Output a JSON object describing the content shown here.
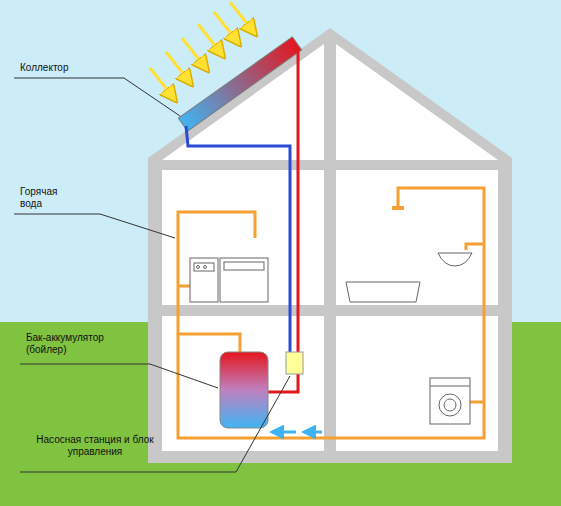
{
  "diagram": {
    "labels": [
      "Коллектор",
      "Горячая вода",
      "Бак-аккумулятор (бойлер)",
      "Насосная станция и блок управления"
    ]
  }
}
